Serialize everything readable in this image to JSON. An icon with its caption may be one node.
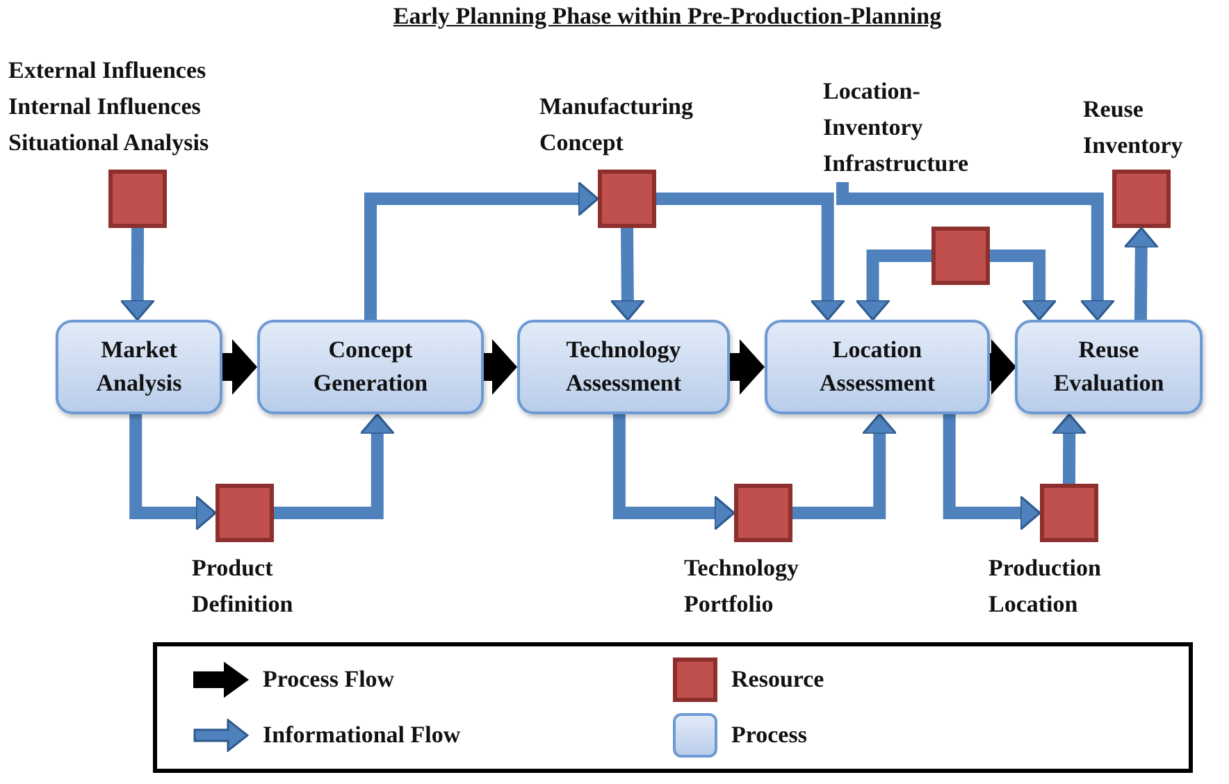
{
  "diagram": {
    "title": "Early Planning Phase within Pre-Production-Planning",
    "nodes": [
      {
        "text": [
          "External Influences",
          "Internal Influences",
          "Situational Analysis"
        ]
      },
      {
        "text": [
          "Market Analysis"
        ]
      },
      {
        "text": [
          "Concept Generation"
        ]
      },
      {
        "text": [
          "Technology Assessment"
        ]
      },
      {
        "text": [
          "Location Assessment"
        ]
      },
      {
        "text": [
          "Reuse Evaluation"
        ]
      },
      {
        "text": [
          "Manufacturing Concept"
        ]
      },
      {
        "text": [
          "Location-Inventory Infrastructure"
        ]
      },
      {
        "text": [],
        "shape": "box"
      },
      {
        "text": [
          "Reuse Inventory"
        ]
      },
      {
        "text": [
          "Product Definition"
        ]
      },
      {
        "text": [
          "Technology Portfolio"
        ]
      },
      {
        "text": [
          "Production Location"
        ]
      }
    ],
    "edges": [
      {
        "from": 0,
        "to": 1,
        "arrow": "to"
      },
      {
        "from": 1,
        "to": 2,
        "arrow": "to",
        "style": "thick",
        "color": "#000000"
      },
      {
        "from": 2,
        "to": 3,
        "arrow": "to",
        "style": "thick",
        "color": "#000000"
      },
      {
        "from": 3,
        "to": 4,
        "arrow": "to",
        "style": "thick",
        "color": "#000000"
      },
      {
        "from": 4,
        "to": 5,
        "arrow": "to",
        "style": "thick",
        "color": "#000000"
      },
      {
        "from": 2,
        "to": 6,
        "arrow": "to"
      },
      {
        "from": 6,
        "to": 3,
        "arrow": "to"
      },
      {
        "from": 6,
        "to": 4,
        "arrow": "to"
      },
      {
        "from": 7,
        "to": 5,
        "arrow": "to"
      },
      {
        "from": 8,
        "to": 4,
        "arrow": "to"
      },
      {
        "from": 8,
        "to": 5,
        "arrow": "to"
      },
      {
        "from": 5,
        "to": 9,
        "arrow": "to"
      },
      {
        "from": 1,
        "to": 10,
        "arrow": "to"
      },
      {
        "from": 10,
        "to": 2,
        "arrow": "to"
      },
      {
        "from": 3,
        "to": 11,
        "arrow": "to"
      },
      {
        "from": 11,
        "to": 4,
        "arrow": "to"
      },
      {
        "from": 4,
        "to": 12,
        "arrow": "to"
      },
      {
        "from": 12,
        "to": 5,
        "arrow": "to"
      }
    ],
    "legend": [
      {
        "text": "Process Flow"
      },
      {
        "text": "Resource",
        "color": "#c0504d"
      },
      {
        "text": "Informational Flow"
      },
      {
        "text": "Process"
      }
    ]
  }
}
